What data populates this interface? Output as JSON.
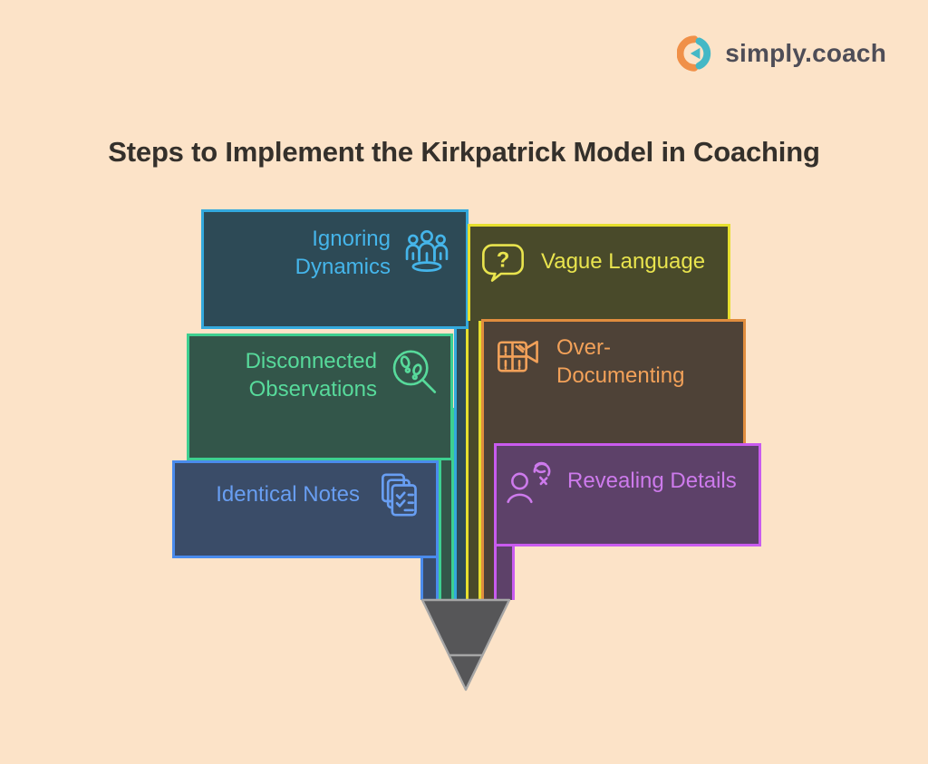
{
  "background_color": "#fce3c8",
  "logo": {
    "text": "simply.coach",
    "icon": "simply-coach-logo-icon",
    "text_color": "#4e4d57",
    "orange": "#f09048",
    "teal": "#44b8c6"
  },
  "title": {
    "text": "Steps to Implement the Kirkpatrick Model in Coaching",
    "color": "#34302b"
  },
  "boxes": [
    {
      "id": "ignoring-dynamics",
      "lines": [
        "Ignoring",
        "Dynamics"
      ],
      "icon": "people-group-icon",
      "fill": "#2d4a56",
      "accent": "#33a9dd",
      "text": "#45b5ea",
      "side": "left"
    },
    {
      "id": "vague-language",
      "lines": [
        "Vague Language"
      ],
      "icon": "question-bubble-icon",
      "fill": "#494a2a",
      "accent": "#e6df2e",
      "text": "#e9e44e",
      "side": "right"
    },
    {
      "id": "disconnected-observations",
      "lines": [
        "Disconnected",
        "Observations"
      ],
      "icon": "footprints-magnifier-icon",
      "fill": "#33564a",
      "accent": "#3dcf90",
      "text": "#57da9b",
      "side": "left"
    },
    {
      "id": "over-documenting",
      "lines": [
        "Over-",
        "Documenting"
      ],
      "icon": "alert-panels-icon",
      "fill": "#4e4237",
      "accent": "#e08d3e",
      "text": "#f2a159",
      "side": "right"
    },
    {
      "id": "identical-notes",
      "lines": [
        "Identical Notes"
      ],
      "icon": "checklist-pages-icon",
      "fill": "#3a4c68",
      "accent": "#4a8bec",
      "text": "#689ef2",
      "side": "left"
    },
    {
      "id": "revealing-details",
      "lines": [
        "Revealing Details"
      ],
      "icon": "anonymous-person-icon",
      "fill": "#5d4169",
      "accent": "#c95bef",
      "text": "#cd7aec",
      "side": "right"
    }
  ],
  "pencil": {
    "fill": "#565658",
    "stroke": "#a6a6a6"
  }
}
